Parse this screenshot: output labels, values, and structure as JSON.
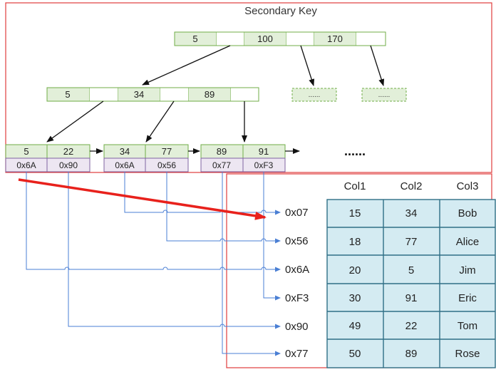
{
  "title": "Secondary Key",
  "colors": {
    "frame_red": "#e03c3c",
    "node_fill": "#e2efd9",
    "node_stroke": "#70ad47",
    "addr_fill": "#ede6f2",
    "addr_stroke": "#8064a2",
    "connector_blue": "#4a7fd4",
    "table_fill": "#d4ebf2",
    "table_stroke": "#2f6f86",
    "arrow_red": "#e8211c"
  },
  "root_node": {
    "keys": [
      "5",
      "100",
      "170"
    ]
  },
  "placeholder_label": "......",
  "internal_node": {
    "keys": [
      "5",
      "34",
      "89"
    ]
  },
  "leaves": [
    {
      "keys": [
        "5",
        "22"
      ],
      "addrs": [
        "0x6A",
        "0x90"
      ]
    },
    {
      "keys": [
        "34",
        "77"
      ],
      "addrs": [
        "0x6A",
        "0x56"
      ]
    },
    {
      "keys": [
        "89",
        "91"
      ],
      "addrs": [
        "0x77",
        "0xF3"
      ]
    }
  ],
  "leaf_ellipsis": "......",
  "table": {
    "headers": [
      "Col1",
      "Col2",
      "Col3"
    ],
    "rows": [
      {
        "addr": "0x07",
        "cells": [
          "15",
          "34",
          "Bob"
        ]
      },
      {
        "addr": "0x56",
        "cells": [
          "18",
          "77",
          "Alice"
        ]
      },
      {
        "addr": "0x6A",
        "cells": [
          "20",
          "5",
          "Jim"
        ]
      },
      {
        "addr": "0xF3",
        "cells": [
          "30",
          "91",
          "Eric"
        ]
      },
      {
        "addr": "0x90",
        "cells": [
          "49",
          "22",
          "Tom"
        ]
      },
      {
        "addr": "0x77",
        "cells": [
          "50",
          "89",
          "Rose"
        ]
      }
    ]
  }
}
